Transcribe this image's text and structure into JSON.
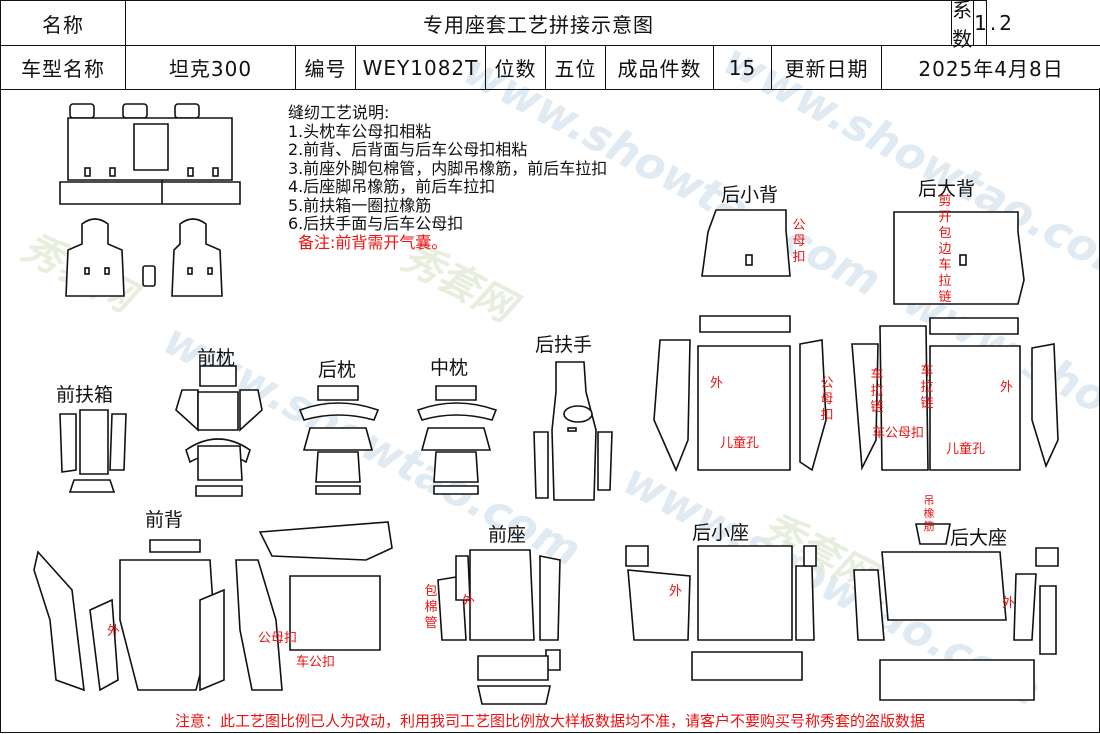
{
  "header": {
    "name_label": "名称",
    "title": "专用座套工艺拼接示意图",
    "coef_label": "系数",
    "coef_value": "1.2",
    "model_label": "车型名称",
    "model_value": "坦克300",
    "code_label": "编号",
    "code_value": "WEY1082T",
    "seats_label": "位数",
    "seats_value": "五位",
    "pieces_label": "成品件数",
    "pieces_value": "15",
    "date_label": "更新日期",
    "date_value": "2025年4月8日"
  },
  "notes": {
    "title": "缝纫工艺说明:",
    "items": [
      "1.头枕车公母扣相粘",
      "2.前背、后背面与后车公母扣相粘",
      "3.前座外脚包棉管，内脚吊橡筋，前后车拉扣",
      "4.后座脚吊橡筋，前后车拉扣",
      "5.前扶箱一圈拉橡筋",
      "6.后扶手面与后车公母扣"
    ],
    "remark": "备注:前背需开气囊。"
  },
  "sections": {
    "rear_small_back": "后小背",
    "rear_big_back": "后大背",
    "front_headrest": "前枕",
    "rear_headrest": "后枕",
    "mid_headrest": "中枕",
    "rear_armrest": "后扶手",
    "front_armbox": "前扶箱",
    "front_back": "前背",
    "front_seat": "前座",
    "rear_small_seat": "后小座",
    "rear_big_seat": "后大座"
  },
  "annotations": {
    "snap": "公母扣",
    "cut_zip": "剪开包边车拉链",
    "outer": "外",
    "child_hole": "儿童孔",
    "zip": "车拉链",
    "snap_sew": "车公母扣",
    "cotton_pipe": "包棉管",
    "hang_elastic": "吊橡筋",
    "snap_h": "公母扣",
    "sew_snap_h": "车公扣"
  },
  "watermarks": {
    "en": "www.showtao.com",
    "cn": "秀套网"
  },
  "footer": "注意：此工艺图比例已人为改动，利用我司工艺图比例放大样板数据均不准，请客户不要购买号称秀套的盗版数据"
}
